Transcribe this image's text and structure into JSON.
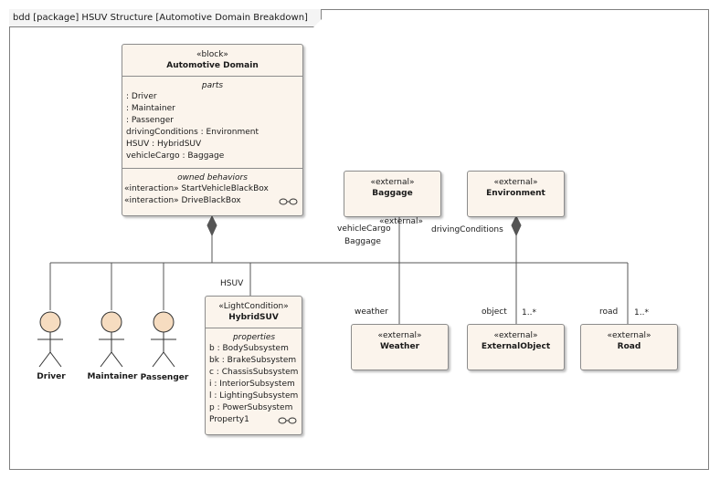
{
  "frame": {
    "title": "bdd [package] HSUV Structure [Automotive Domain Breakdown]"
  },
  "automotive_domain": {
    "stereotype": "«block»",
    "name": "Automotive Domain",
    "parts_title": "parts",
    "parts": [
      ": Driver",
      ": Maintainer",
      ": Passenger",
      "drivingConditions : Environment",
      "HSUV : HybridSUV",
      "vehicleCargo : Baggage"
    ],
    "behaviors_title": "owned behaviors",
    "behaviors": [
      "«interaction» StartVehicleBlackBox",
      "«interaction» DriveBlackBox"
    ]
  },
  "baggage": {
    "stereotype": "«external»",
    "name": "Baggage"
  },
  "environment": {
    "stereotype": "«external»",
    "name": "Environment"
  },
  "hybrid_suv": {
    "stereotype": "«LightCondition»",
    "name": "HybridSUV",
    "properties_title": "properties",
    "properties": [
      "b : BodySubsystem",
      "bk : BrakeSubsystem",
      "c : ChassisSubsystem",
      "i : InteriorSubsystem",
      "l : LightingSubsystem",
      "p : PowerSubsystem",
      "Property1"
    ]
  },
  "weather": {
    "stereotype": "«external»",
    "name": "Weather"
  },
  "external_object": {
    "stereotype": "«external»",
    "name": "ExternalObject"
  },
  "road": {
    "stereotype": "«external»",
    "name": "Road"
  },
  "actors": {
    "driver": "Driver",
    "maintainer": "Maintainer",
    "passenger": "Passenger"
  },
  "labels": {
    "hsuv": "HSUV",
    "vehicle_cargo": "vehicleCargo",
    "baggage_role": "Baggage",
    "external_overlap": "«external»",
    "driving_conditions": "drivingConditions",
    "weather": "weather",
    "object": "object",
    "object_mult": "1..*",
    "road": "road",
    "road_mult": "1..*"
  }
}
